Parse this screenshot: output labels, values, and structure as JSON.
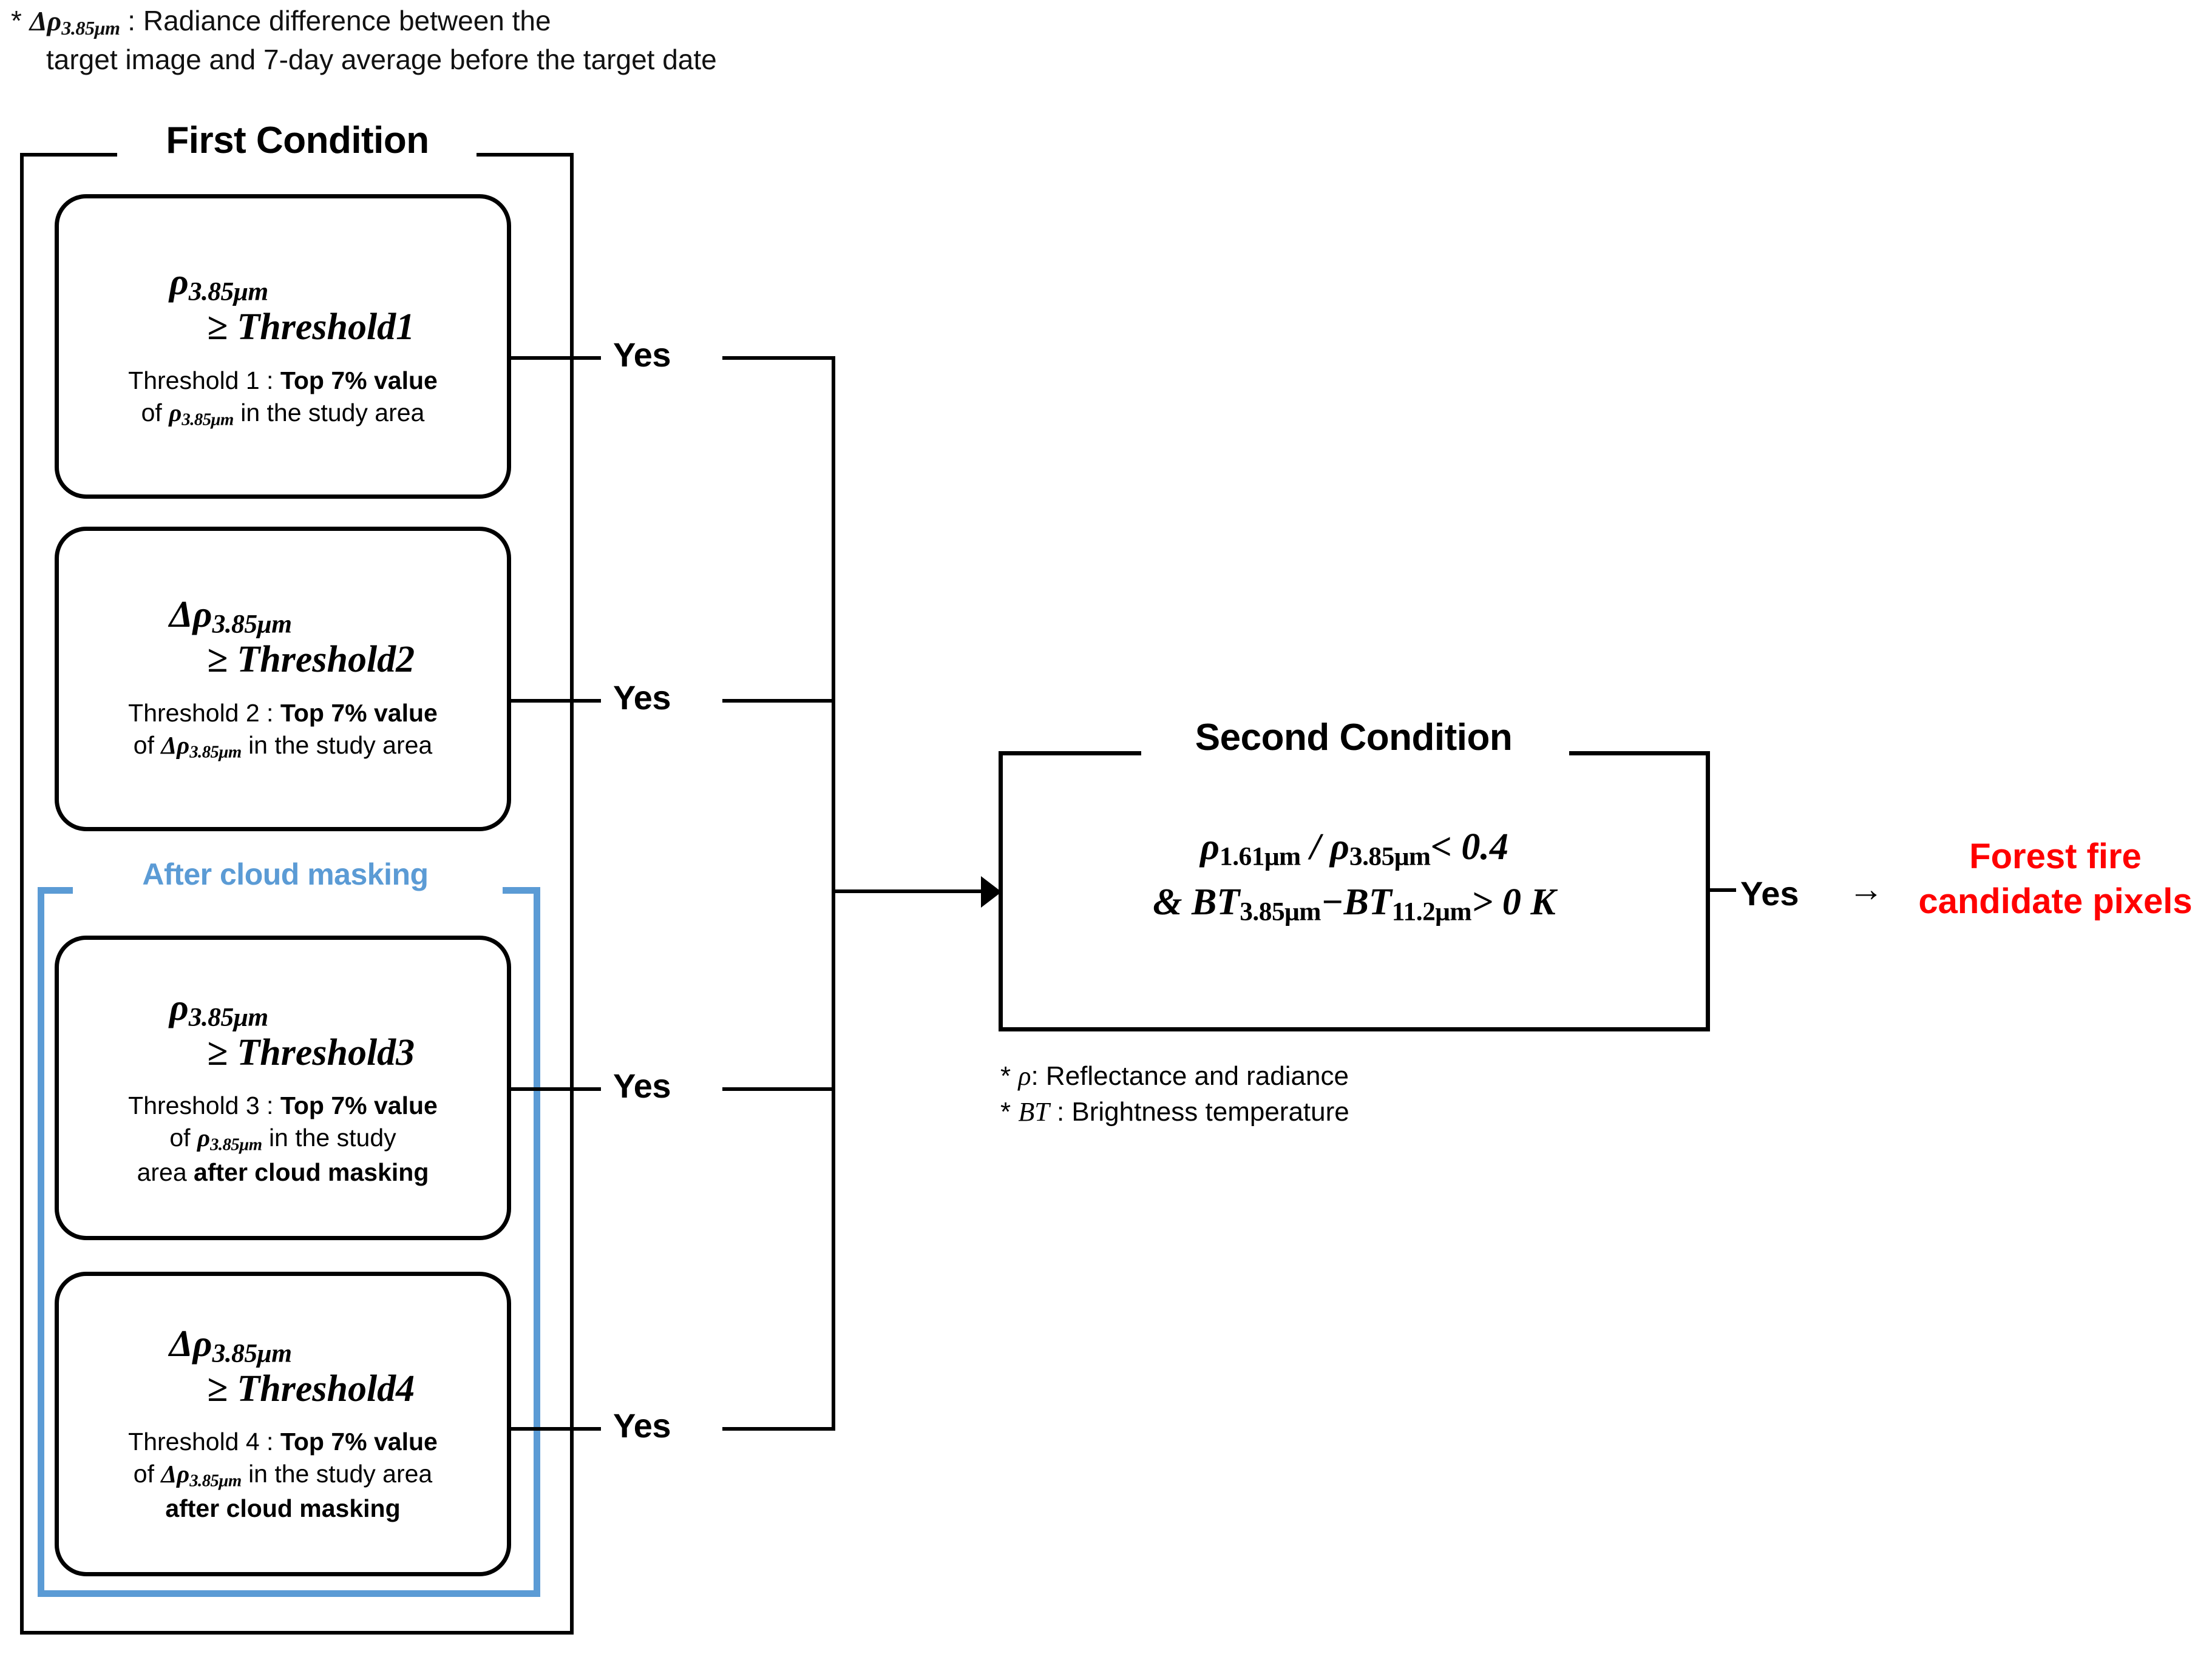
{
  "top_note": {
    "marker": "*",
    "symbol": "Δρ",
    "symbol_sub": "3.85μm",
    "line1": " : Radiance difference between the",
    "line2": "target image and 7-day average before the target date"
  },
  "first_condition": {
    "title": "First Condition",
    "boxes": [
      {
        "id": "threshold-1",
        "eq_line1_sym": "ρ",
        "eq_line1_sub": "3.85μm",
        "eq_line2": "≥ Threshold1",
        "desc_line1_pre": "Threshold 1 : ",
        "desc_line1_bold": "Top 7% value",
        "desc_line2_pre": "of ",
        "desc_line2_sym": "ρ",
        "desc_line2_sub": "3.85μm",
        "desc_line2_post": " in the study area",
        "desc_line3": "",
        "desc_line3_bold": ""
      },
      {
        "id": "threshold-2",
        "eq_line1_sym": "Δρ",
        "eq_line1_sub": "3.85μm",
        "eq_line2": "≥ Threshold2",
        "desc_line1_pre": "Threshold 2 : ",
        "desc_line1_bold": "Top 7% value",
        "desc_line2_pre": "of ",
        "desc_line2_sym": "Δρ",
        "desc_line2_sub": "3.85μm",
        "desc_line2_post": " in the study area",
        "desc_line3": "",
        "desc_line3_bold": ""
      },
      {
        "id": "threshold-3",
        "eq_line1_sym": "ρ",
        "eq_line1_sub": "3.85μm",
        "eq_line2": "≥ Threshold3",
        "desc_line1_pre": "Threshold 3 : ",
        "desc_line1_bold": "Top 7% value",
        "desc_line2_pre": "of ",
        "desc_line2_sym": "ρ",
        "desc_line2_sub": "3.85μm",
        "desc_line2_post": "  in the study",
        "desc_line3": "area ",
        "desc_line3_bold": "after cloud masking"
      },
      {
        "id": "threshold-4",
        "eq_line1_sym": "Δρ",
        "eq_line1_sub": "3.85μm",
        "eq_line2": "≥ Threshold4",
        "desc_line1_pre": "Threshold 4 : ",
        "desc_line1_bold": "Top 7% value",
        "desc_line2_pre": "of ",
        "desc_line2_sym": "Δρ",
        "desc_line2_sub": "3.85μm",
        "desc_line2_post": " in the study area",
        "desc_line3": "",
        "desc_line3_bold": "after cloud masking"
      }
    ],
    "cloud_mask_label": "After cloud masking",
    "branch_labels": [
      "Yes",
      "Yes",
      "Yes",
      "Yes"
    ]
  },
  "second_condition": {
    "title": "Second Condition",
    "eq_line1_a_sym": "ρ",
    "eq_line1_a_sub": "1.61μm",
    "eq_line1_slash": " / ",
    "eq_line1_b_sym": "ρ",
    "eq_line1_b_sub": "3.85μm",
    "eq_line1_op": "< 0.4",
    "eq_line2_amp": "& ",
    "eq_line2_a_sym": "BT",
    "eq_line2_a_sub": "3.85μm",
    "eq_line2_minus": "−",
    "eq_line2_b_sym": "BT",
    "eq_line2_b_sub": "11.2μm",
    "eq_line2_op": "> 0 K",
    "notes": [
      {
        "marker": "*",
        "symbol": "ρ",
        "text": ": Reflectance and radiance"
      },
      {
        "marker": "*",
        "symbol": "BT",
        "text": " : Brightness temperature"
      }
    ],
    "branch_label": "Yes",
    "arrow": "→"
  },
  "output": {
    "line1": "Forest fire",
    "line2": "candidate pixels",
    "color": "#FF0000"
  },
  "colors": {
    "accent_blue": "#5B9BD5",
    "output_red": "#FF0000",
    "line_black": "#000000"
  }
}
